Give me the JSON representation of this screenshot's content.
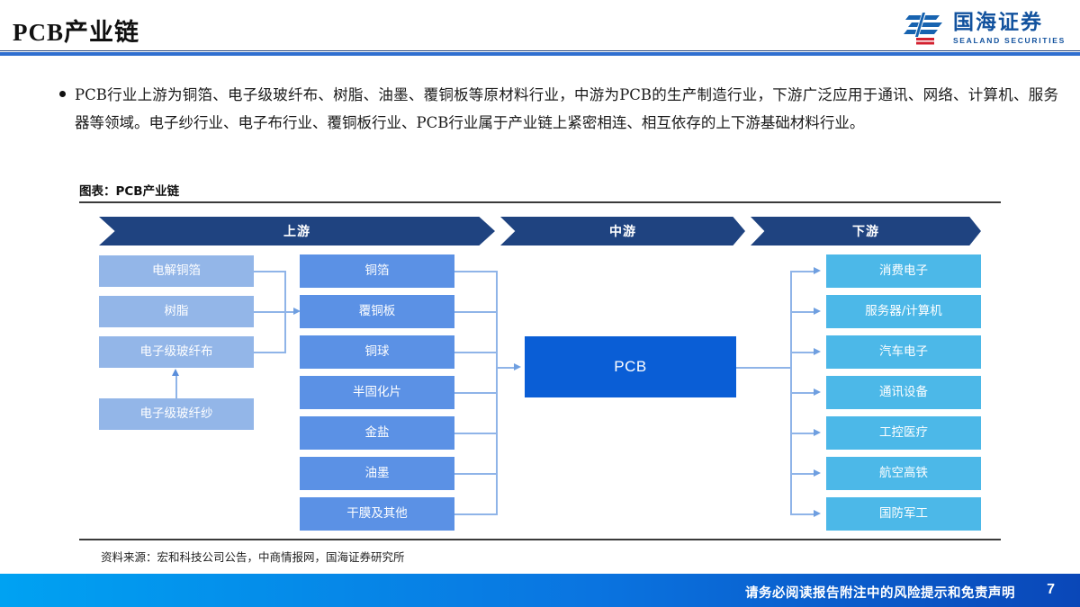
{
  "header": {
    "title": "PCB产业链",
    "logo": {
      "cn": "国海证券",
      "en": "SEALAND SECURITIES"
    },
    "accent_color": "#2f6fd0"
  },
  "body": {
    "bullet": "PCB行业上游为铜箔、电子级玻纤布、树脂、油墨、覆铜板等原材料行业，中游为PCB的生产制造行业，下游广泛应用于通讯、网络、计算机、服务器等领域。电子纱行业、电子布行业、覆铜板行业、PCB行业属于产业链上紧密相连、相互依存的上下游基础材料行业。"
  },
  "figure": {
    "caption": "图表：PCB产业链",
    "source": "资料来源：宏和科技公司公告，中商情报网，国海证券研究所"
  },
  "chart_data": {
    "type": "diagram",
    "title": "PCB产业链",
    "stages": [
      {
        "key": "upstream",
        "label": "上游"
      },
      {
        "key": "midstream",
        "label": "中游"
      },
      {
        "key": "downstream",
        "label": "下游"
      }
    ],
    "colors": {
      "stage_band": "#1f4380",
      "raw_material": "#93b6e8",
      "material": "#5b91e5",
      "pcb": "#0a5ed6",
      "application": "#4cb8e8",
      "connector": "#8fb4e8"
    },
    "columns": [
      {
        "key": "raw_materials",
        "stage": "上游",
        "nodes": [
          {
            "label": "电解铜箔"
          },
          {
            "label": "树脂"
          },
          {
            "label": "电子级玻纤布"
          },
          {
            "label": "电子级玻纤纱"
          }
        ]
      },
      {
        "key": "materials",
        "stage": "上游",
        "nodes": [
          {
            "label": "铜箔"
          },
          {
            "label": "覆铜板"
          },
          {
            "label": "铜球"
          },
          {
            "label": "半固化片"
          },
          {
            "label": "金盐"
          },
          {
            "label": "油墨"
          },
          {
            "label": "干膜及其他"
          }
        ]
      },
      {
        "key": "manufacturing",
        "stage": "中游",
        "nodes": [
          {
            "label": "PCB"
          }
        ]
      },
      {
        "key": "applications",
        "stage": "下游",
        "nodes": [
          {
            "label": "消费电子"
          },
          {
            "label": "服务器/计算机"
          },
          {
            "label": "汽车电子"
          },
          {
            "label": "通讯设备"
          },
          {
            "label": "工控医疗"
          },
          {
            "label": "航空高铁"
          },
          {
            "label": "国防军工"
          }
        ]
      }
    ],
    "edges": [
      {
        "from": "电子级玻纤纱",
        "to": "电子级玻纤布"
      },
      {
        "from": "电解铜箔",
        "to": "覆铜板"
      },
      {
        "from": "树脂",
        "to": "覆铜板"
      },
      {
        "from": "电子级玻纤布",
        "to": "覆铜板"
      },
      {
        "from": "铜箔",
        "to": "PCB"
      },
      {
        "from": "覆铜板",
        "to": "PCB"
      },
      {
        "from": "铜球",
        "to": "PCB"
      },
      {
        "from": "半固化片",
        "to": "PCB"
      },
      {
        "from": "金盐",
        "to": "PCB"
      },
      {
        "from": "油墨",
        "to": "PCB"
      },
      {
        "from": "干膜及其他",
        "to": "PCB"
      },
      {
        "from": "PCB",
        "to": "消费电子"
      },
      {
        "from": "PCB",
        "to": "服务器/计算机"
      },
      {
        "from": "PCB",
        "to": "汽车电子"
      },
      {
        "from": "PCB",
        "to": "通讯设备"
      },
      {
        "from": "PCB",
        "to": "工控医疗"
      },
      {
        "from": "PCB",
        "to": "航空高铁"
      },
      {
        "from": "PCB",
        "to": "国防军工"
      }
    ]
  },
  "footer": {
    "disclaimer": "请务必阅读报告附注中的风险提示和免责声明",
    "page_number": "7"
  }
}
